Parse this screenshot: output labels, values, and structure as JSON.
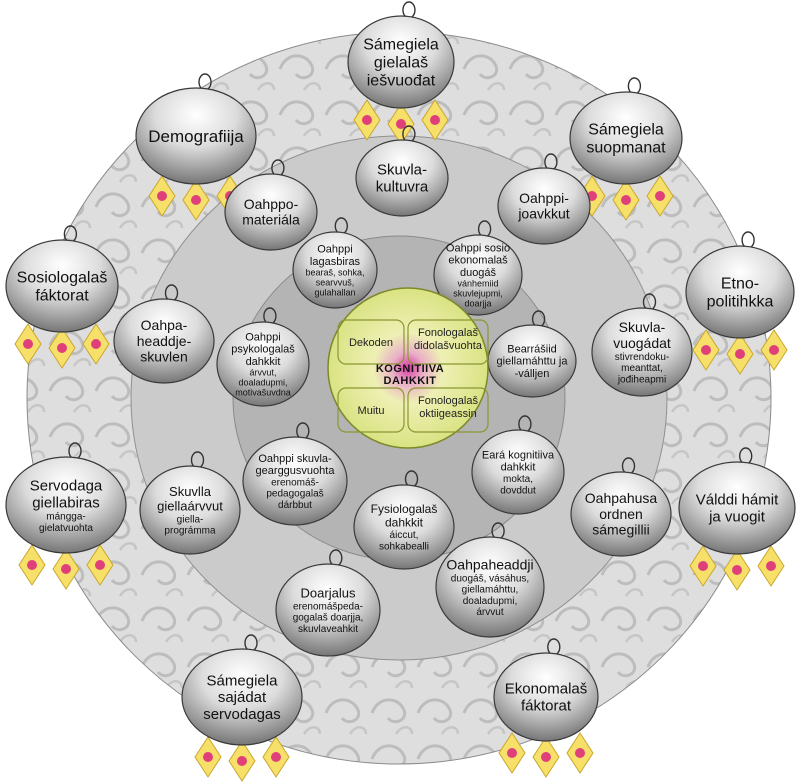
{
  "center": {
    "title": [
      "KOGNITIIVA",
      "DAHKKIT"
    ],
    "quadrants": {
      "top_left": [
        "Dekoden"
      ],
      "top_right": [
        "Fonologalaš",
        "didolašvuohta"
      ],
      "bottom_left": [
        "Muitu"
      ],
      "bottom_right": [
        "Fonologalaš",
        "oktiigeassin"
      ]
    }
  },
  "inner_bubbles": {
    "lagasbiras": {
      "title": [
        "Oahppi",
        "lagasbiras"
      ],
      "sub": [
        "bearaš, sohka,",
        "searvvuš,",
        "gulahallan"
      ]
    },
    "sosio": {
      "title": [
        "Oahppi sosio",
        "ekonomalaš",
        "duogáš"
      ],
      "sub": [
        "vánhemiid",
        "skuvlejupmi,",
        "doarjja"
      ]
    },
    "psykologalas": {
      "title": [
        "Oahppi",
        "psykologalaš",
        "dahkkit"
      ],
      "sub": [
        "árvvut,",
        "doaladupmi,",
        "motivašuvdna"
      ]
    },
    "bearrasiid": {
      "title": [
        "Bearrášiid",
        "giellamáhttu ja",
        "-válljen"
      ],
      "sub": []
    },
    "skuvlagearggus": {
      "title": [
        "Oahppi skuvla-",
        "gearggusvuohta"
      ],
      "sub": [
        "erenomáš-",
        "pedagogalaš",
        "dárbbut"
      ]
    },
    "eara": {
      "title": [
        "Eará kognitiiva",
        "dahkkit"
      ],
      "sub": [
        "mokta,",
        "dovddut"
      ]
    },
    "fysiologalas": {
      "title": [
        "Fysiologalaš",
        "dahkkit"
      ],
      "sub": [
        "áiccut,",
        "sohkabealli"
      ]
    }
  },
  "middle_bubbles": {
    "skuvlakultuvra": {
      "title": [
        "Skuvla-",
        "kultuvra"
      ],
      "sub": []
    },
    "oahppomateriala": {
      "title": [
        "Oahppo-",
        "materiála"
      ],
      "sub": []
    },
    "oahppijoavkkut": {
      "title": [
        "Oahppi-",
        "joavkkut"
      ],
      "sub": []
    },
    "oahpaheaddjeskuvlen": {
      "title": [
        "Oahpa-",
        "headdje-",
        "skuvlen"
      ],
      "sub": []
    },
    "skuvlavuogadat": {
      "title": [
        "Skuvla-",
        "vuogádat"
      ],
      "sub": [
        "stivrendoku-",
        "meanttat,",
        "jođiheapmi"
      ]
    },
    "skuvllagiellaarvvut": {
      "title": [
        "Skuvlla",
        "giellaárvvut"
      ],
      "sub": [
        "giella-",
        "prográmma"
      ]
    },
    "oahpahusaordnen": {
      "title": [
        "Oahpahusa",
        "ordnen",
        "sámegillii"
      ],
      "sub": []
    },
    "doarjalus": {
      "title": [
        "Doarjalus"
      ],
      "sub": [
        "erenomášpeda-",
        "gogalaš doarjja,",
        "skuvlaveahkit"
      ]
    },
    "oahpaheaddji": {
      "title": [
        "Oahpaheaddji"
      ],
      "sub": [
        "duogáš, vásáhus,",
        "giellamáhttu,",
        "doaladupmi,",
        "árvvut"
      ]
    }
  },
  "outer_bubbles": {
    "iesvuodat": {
      "title": [
        "Sámegiela",
        "gielalaš",
        "iešvuođat"
      ],
      "sub": []
    },
    "demografiija": {
      "title": [
        "Demografiija"
      ],
      "sub": []
    },
    "suopmanat": {
      "title": [
        "Sámegiela",
        "suopmanat"
      ],
      "sub": []
    },
    "sosiologalas": {
      "title": [
        "Sosiologalaš",
        "fáktorat"
      ],
      "sub": []
    },
    "etnopolitihkka": {
      "title": [
        "Etno-",
        "politihkka"
      ],
      "sub": []
    },
    "servodaga": {
      "title": [
        "Servodaga",
        "giellabiras"
      ],
      "sub": [
        "mángga-",
        "gielatvuohta"
      ]
    },
    "valddi": {
      "title": [
        "Válddi hámit",
        "ja vuogit"
      ],
      "sub": []
    },
    "sajadat": {
      "title": [
        "Sámegiela",
        "sajádat",
        "servodagas"
      ],
      "sub": []
    },
    "ekonomalas": {
      "title": [
        "Ekonomalaš",
        "fáktorat"
      ],
      "sub": []
    }
  },
  "colors": {
    "bubble_light": "#f4f4f4",
    "bubble_dark": "#6e6e6e",
    "bubble_stroke": "#3a3a3a",
    "outer_ring": "#d9d9d9",
    "middle_ring": "#c7c7c7",
    "inner_ring": "#b3b3b3",
    "center_fill": "#e4ea9a",
    "center_glow": "#d63aa0",
    "diamond_fill": "#f6e06a",
    "diamond_dot": "#e0407a"
  }
}
